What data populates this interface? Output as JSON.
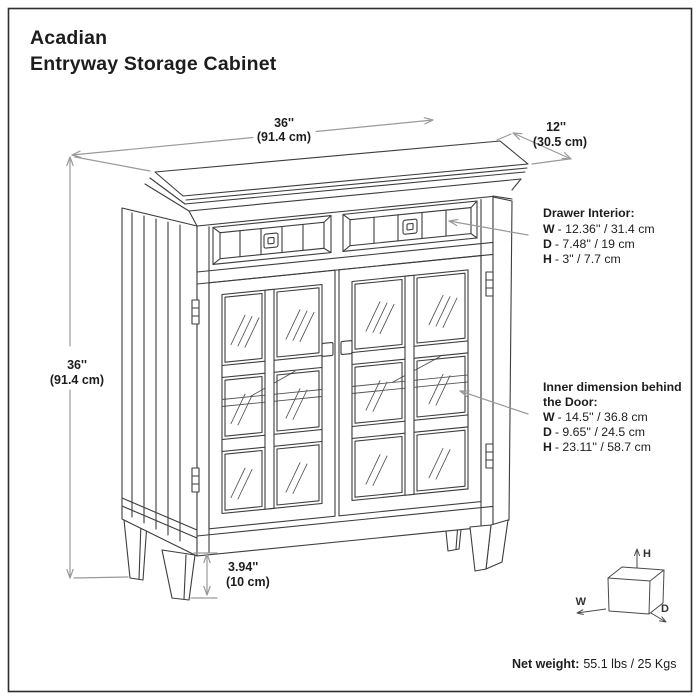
{
  "meta": {
    "background": "#ffffff",
    "ink_color": "#1d1d1d",
    "line_color": "#3d3d3d",
    "dimension_line_color": "#9a9a9a"
  },
  "title": {
    "line1": "Acadian",
    "line2": "Entryway Storage Cabinet"
  },
  "dimensions": {
    "width": {
      "in": "36''",
      "cm": "(91.4 cm)"
    },
    "depth": {
      "in": "12''",
      "cm": "(30.5 cm)"
    },
    "height": {
      "in": "36''",
      "cm": "(91.4 cm)"
    },
    "leg": {
      "in": "3.94''",
      "cm": "(10 cm)"
    }
  },
  "callouts": {
    "drawer": {
      "heading": "Drawer Interior:",
      "rows": [
        {
          "k": "W",
          "v": "- 12.36'' / 31.4 cm"
        },
        {
          "k": "D",
          "v": "- 7.48'' / 19 cm"
        },
        {
          "k": "H",
          "v": "- 3\" / 7.7 cm"
        }
      ]
    },
    "door": {
      "heading_line1": "Inner dimension behind",
      "heading_line2": "the Door:",
      "rows": [
        {
          "k": "W",
          "v": "- 14.5'' / 36.8 cm"
        },
        {
          "k": "D",
          "v": "- 9.65'' / 24.5 cm"
        },
        {
          "k": "H",
          "v": "- 23.11'' / 58.7 cm"
        }
      ]
    }
  },
  "axes": {
    "w": "W",
    "d": "D",
    "h": "H"
  },
  "net_weight": {
    "label": "Net weight:",
    "value": "55.1 lbs / 25 Kgs"
  }
}
